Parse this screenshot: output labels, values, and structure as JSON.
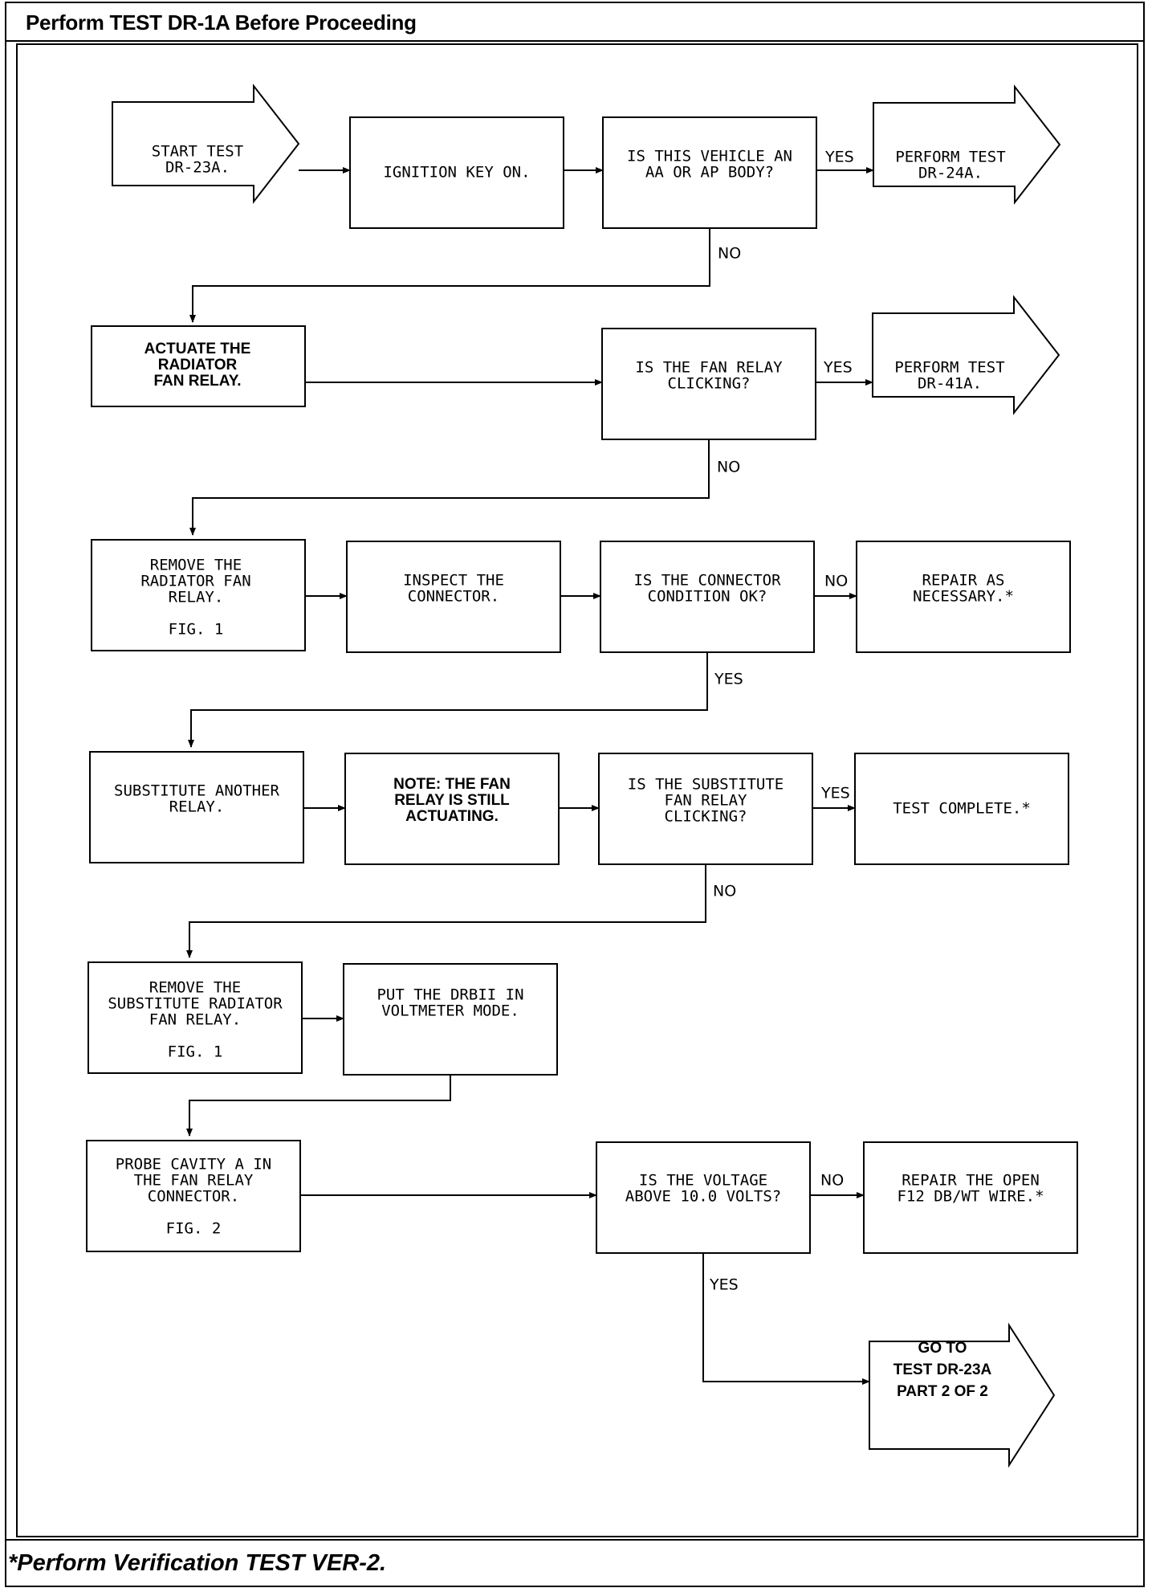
{
  "header": {
    "title": "Perform TEST DR-1A Before Proceeding"
  },
  "footer": {
    "note": "*Perform Verification TEST VER-2."
  },
  "nodes": {
    "start": [
      "START TEST",
      "DR-23A."
    ],
    "ignition": [
      "IGNITION KEY ON."
    ],
    "q_body": [
      "IS THIS VEHICLE AN",
      "AA OR AP BODY?"
    ],
    "perform_24a": [
      "PERFORM TEST",
      "DR-24A."
    ],
    "actuate": [
      "ACTUATE THE",
      "RADIATOR",
      "FAN RELAY."
    ],
    "q_clicking": [
      "IS THE FAN RELAY",
      "CLICKING?"
    ],
    "perform_41a": [
      "PERFORM TEST",
      "DR-41A."
    ],
    "remove_relay": [
      "REMOVE THE",
      "RADIATOR FAN",
      "RELAY."
    ],
    "remove_relay_fig": "FIG. 1",
    "inspect": [
      "INSPECT THE",
      "CONNECTOR."
    ],
    "q_connector": [
      "IS THE CONNECTOR",
      "CONDITION OK?"
    ],
    "repair_necessary": [
      "REPAIR AS",
      "NECESSARY.*"
    ],
    "substitute": [
      "SUBSTITUTE ANOTHER",
      "RELAY."
    ],
    "note_actuating": [
      "NOTE: THE FAN",
      "RELAY IS STILL",
      "ACTUATING."
    ],
    "q_substitute": [
      "IS THE SUBSTITUTE",
      "FAN RELAY",
      "CLICKING?"
    ],
    "test_complete": [
      "TEST COMPLETE.*"
    ],
    "remove_substitute": [
      "REMOVE THE",
      "SUBSTITUTE RADIATOR",
      "FAN RELAY."
    ],
    "remove_substitute_fig": "FIG. 1",
    "put_drbii": [
      "PUT THE DRBII IN",
      "VOLTMETER MODE."
    ],
    "probe": [
      "PROBE CAVITY A IN",
      "THE FAN RELAY",
      "CONNECTOR."
    ],
    "probe_fig": "FIG. 2",
    "q_voltage": [
      "IS THE VOLTAGE",
      "ABOVE 10.0 VOLTS?"
    ],
    "repair_open": [
      "REPAIR THE OPEN",
      "F12 DB/WT WIRE.*"
    ],
    "goto_part2": [
      "GO TO",
      "TEST DR-23A",
      "PART 2 OF 2"
    ]
  },
  "labels": {
    "yes": "YES",
    "no": "NO"
  }
}
